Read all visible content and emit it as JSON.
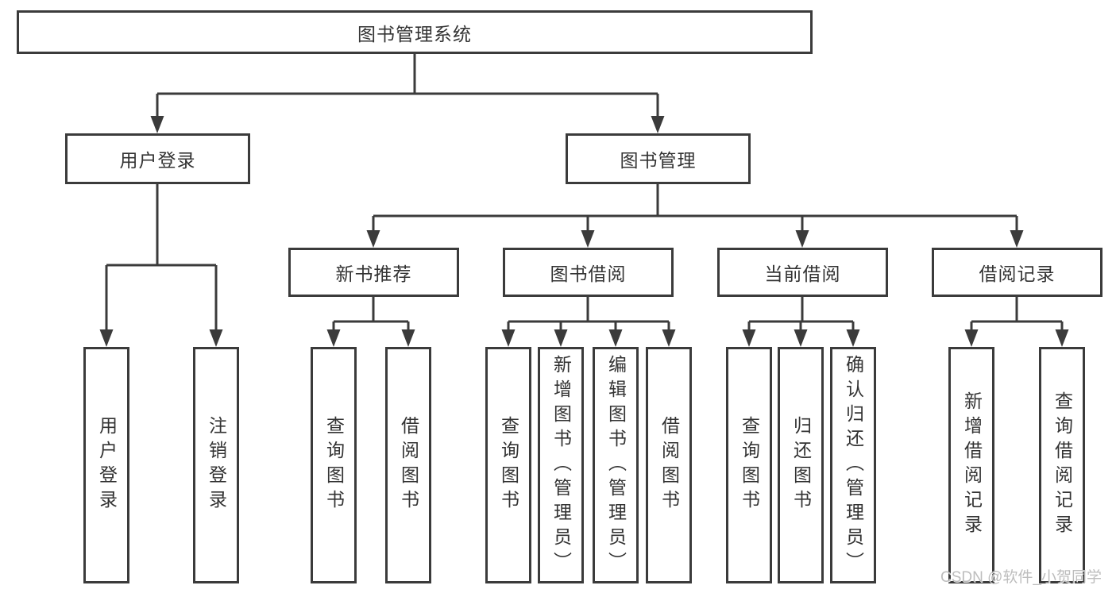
{
  "colors": {
    "line": "#3b3b3b",
    "text": "#333333",
    "background": "#ffffff",
    "watermark": "#b9b9b9"
  },
  "root": {
    "label": "图书管理系统"
  },
  "level2": [
    {
      "label": "用户登录"
    },
    {
      "label": "图书管理"
    }
  ],
  "level3": [
    {
      "label": "新书推荐"
    },
    {
      "label": "图书借阅"
    },
    {
      "label": "当前借阅"
    },
    {
      "label": "借阅记录"
    }
  ],
  "leaves": {
    "login": [
      {
        "label": "用户登录"
      },
      {
        "label": "注销登录"
      }
    ],
    "recommend": [
      {
        "label": "查询图书"
      },
      {
        "label": "借阅图书"
      }
    ],
    "borrowing": [
      {
        "label": "查询图书"
      },
      {
        "label": "新增图书（管理员）"
      },
      {
        "label": "编辑图书（管理员）"
      },
      {
        "label": "借阅图书"
      }
    ],
    "current": [
      {
        "label": "查询图书"
      },
      {
        "label": "归还图书"
      },
      {
        "label": "确认归还（管理员）"
      }
    ],
    "records": [
      {
        "label": "新增借阅记录"
      },
      {
        "label": "查询借阅记录"
      }
    ]
  },
  "watermark": {
    "text": "CSDN @软件_小贺同学"
  }
}
